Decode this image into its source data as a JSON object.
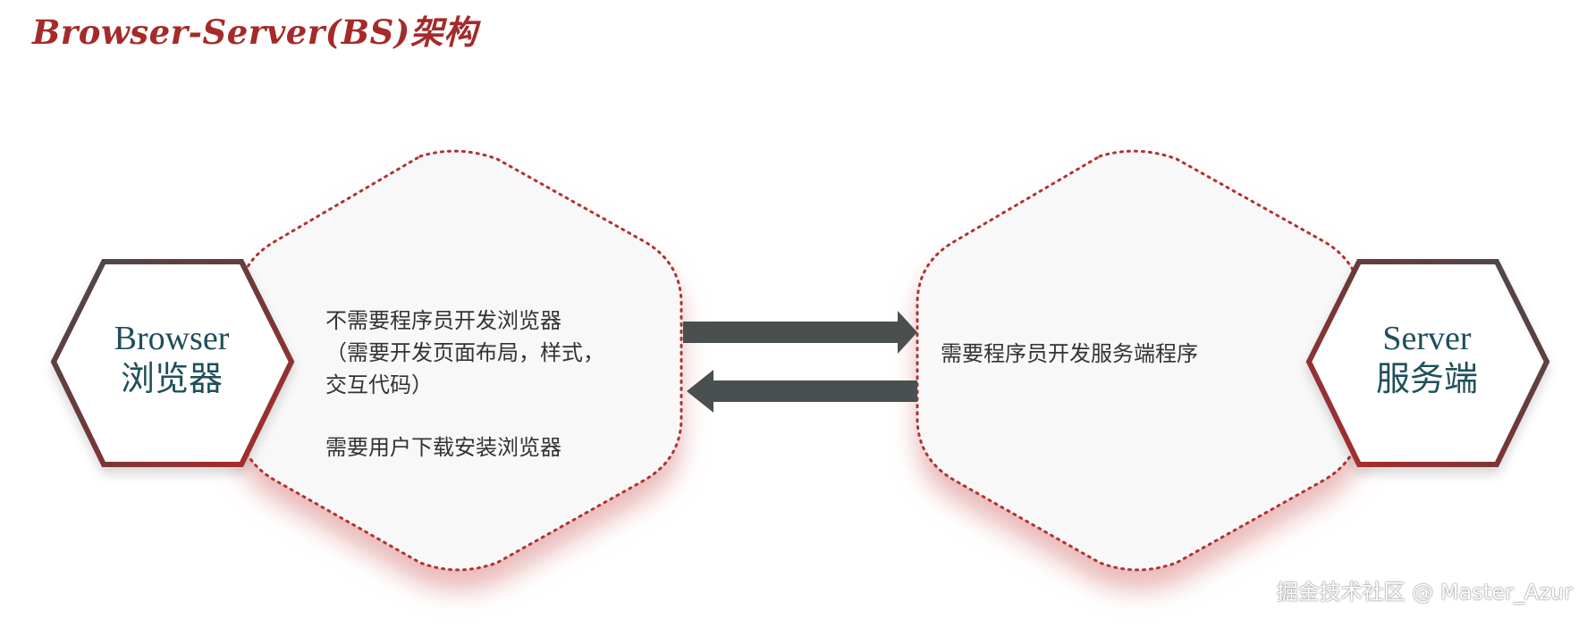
{
  "title": "Browser-Server(BS)架构",
  "browser": {
    "label_en": "Browser",
    "label_cn": "浏览器",
    "desc_lines": [
      "不需要程序员开发浏览器",
      "（需要开发页面布局，样式，",
      "交互代码）"
    ],
    "desc_extra": "需要用户下载安装浏览器"
  },
  "server": {
    "label_en": "Server",
    "label_cn": "服务端",
    "desc": "需要程序员开发服务端程序"
  },
  "watermark": "掘金技术社区 @ Master_Azur",
  "colors": {
    "title": "#a52a2a",
    "hex_label": "#1f4f5a",
    "dotted_border": "#b03030",
    "arrow": "#4a4f4f",
    "hex_gradient_dark": "#4a4a4a",
    "hex_gradient_red": "#b02a2a"
  },
  "icons": {
    "right_arrow": "arrow-right-icon",
    "left_arrow": "arrow-left-icon"
  }
}
